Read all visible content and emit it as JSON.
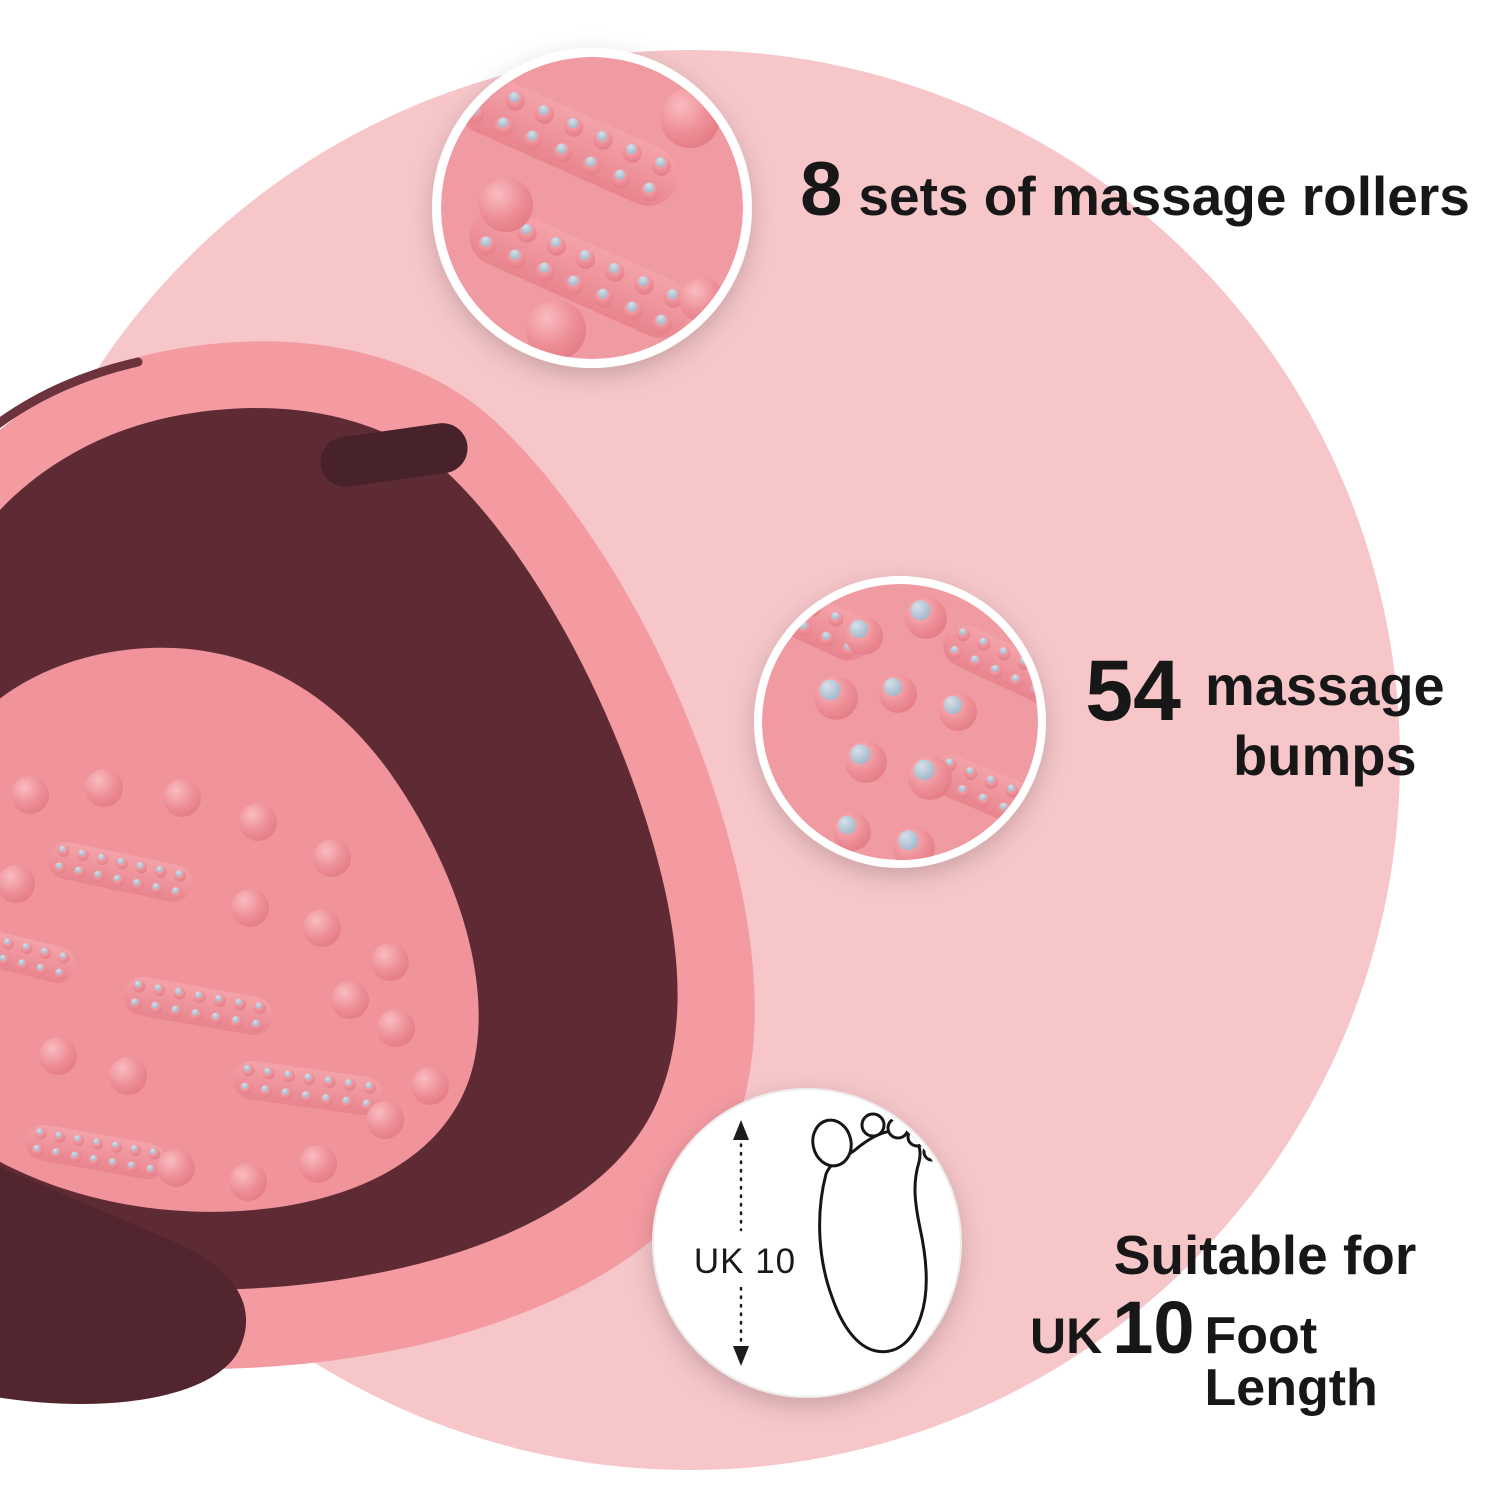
{
  "colors": {
    "bg": "#ffffff",
    "backdrop_circle": "#f6c6c9",
    "basin_pink": "#f49ba2",
    "basin_dark": "#5e2b34",
    "basin_base": "#53262f",
    "floor_pink": "#f0939b",
    "handle_dark": "#47222b",
    "zoom_bg": "#f09aa1",
    "text": "#171717"
  },
  "features": {
    "rollers": {
      "number": "8",
      "label": "sets of massage rollers"
    },
    "bumps": {
      "number": "54",
      "line1": "massage",
      "line2": "bumps"
    },
    "foot": {
      "line1": "Suitable for",
      "prefix": "UK",
      "number": "10",
      "suffix": "Foot Length",
      "badge": "UK 10"
    }
  },
  "icons": {
    "foot_outline": "foot-outline",
    "measure_arrow": "vertical-dotted-double-arrow"
  }
}
